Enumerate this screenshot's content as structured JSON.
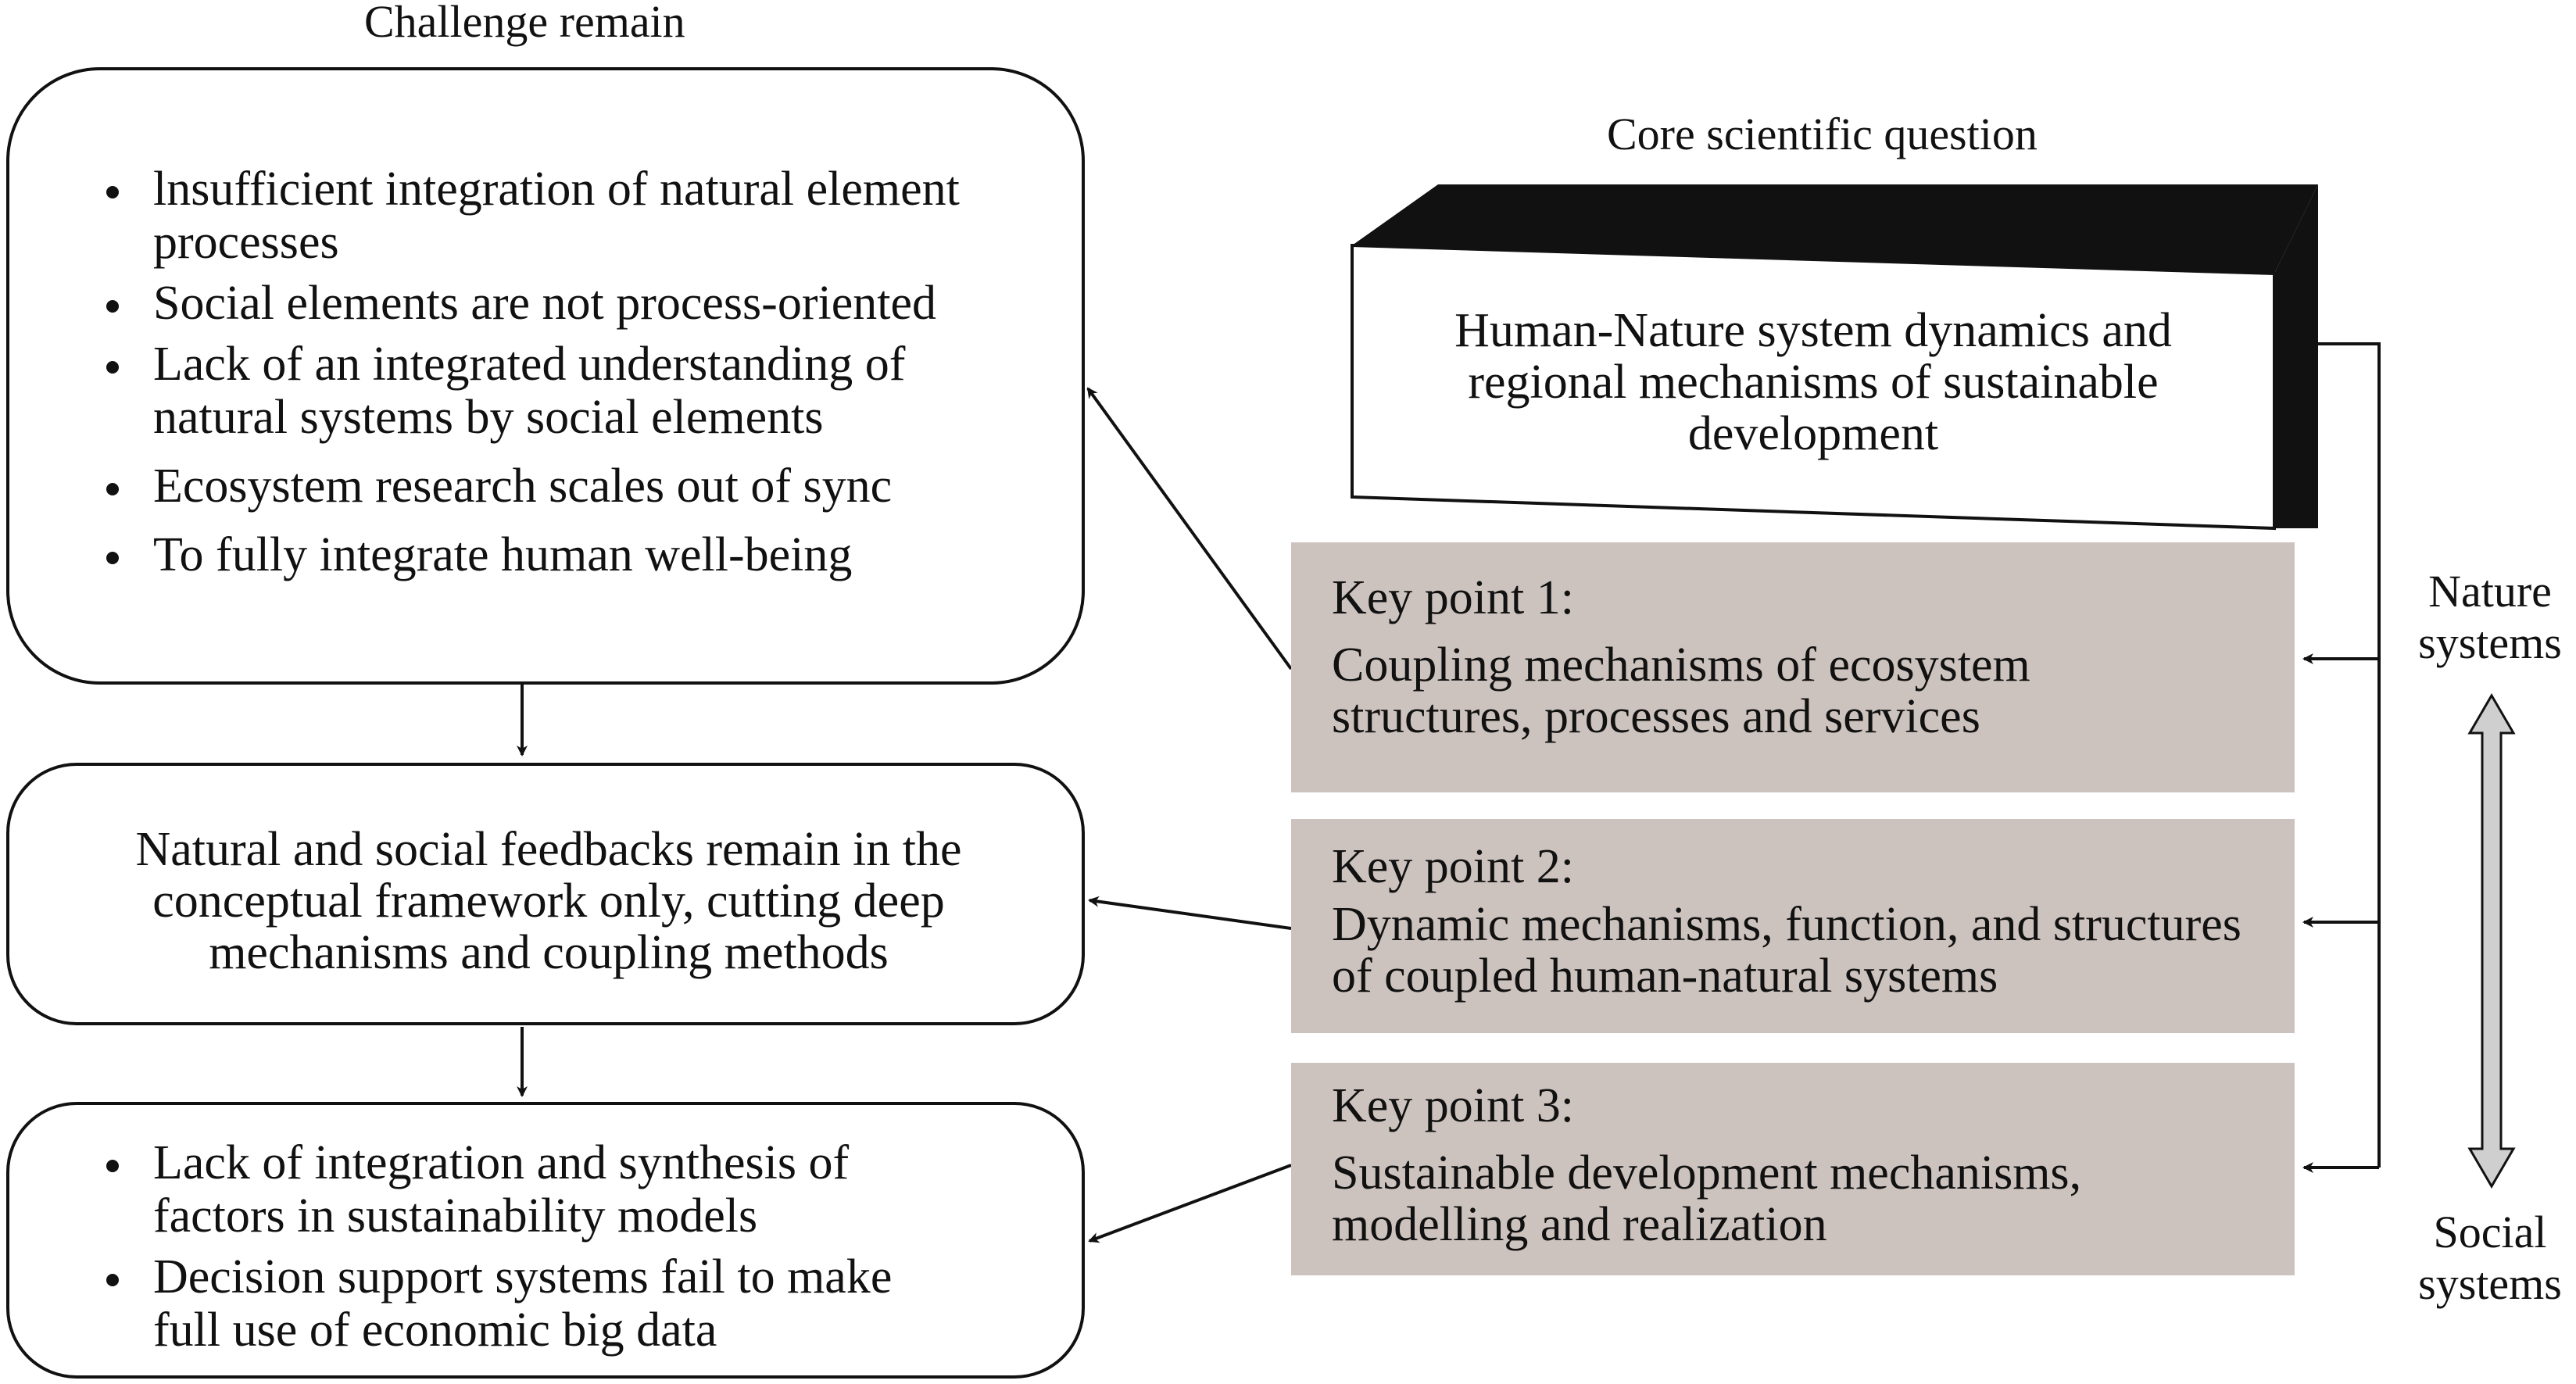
{
  "challenge": {
    "title": "Challenge remain",
    "box1_items": [
      "lnsufficient integration of natural element processes",
      "Social elements are not process-oriented",
      "Lack of an integrated understanding of natural systems by social elements",
      "Ecosystem research scales out of sync",
      "To fully integrate human well-being"
    ],
    "box2_text": "Natural and social feedbacks remain in the conceptual framework only, cutting deep mechanisms and coupling methods",
    "box3_items": [
      "Lack of integration and synthesis of factors in sustainability models",
      "Decision support systems fail to make full use of economic big data"
    ]
  },
  "core": {
    "title": "Core scientific question",
    "text": "Human-Nature system dynamics and regional mechanisms of sustainable development"
  },
  "key_points": [
    {
      "label": "Key point 1:",
      "text": "Coupling mechanisms of ecosystem structures, processes and services"
    },
    {
      "label": "Key point 2:",
      "text": "Dynamic mechanisms, function, and structures of coupled human-natural systems"
    },
    {
      "label": "Key point 3:",
      "text": "Sustainable development mechanisms, modelling and realization"
    }
  ],
  "systems": {
    "nature": "Nature systems",
    "social": "Social systems"
  },
  "colors": {
    "keypoint_fill": "#cdc3be",
    "double_arrow_fill": "#cfcfcf",
    "ink": "#111111"
  }
}
